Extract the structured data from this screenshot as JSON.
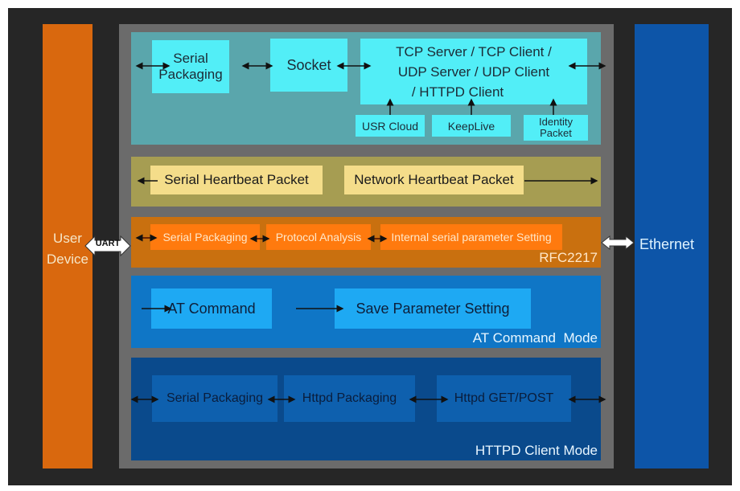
{
  "left_column": {
    "label_line1": "User",
    "label_line2": "Device",
    "color": "#d9680e"
  },
  "right_column": {
    "label": "Ethernet",
    "color": "#0d55a8"
  },
  "uart": {
    "label": "UART"
  },
  "network_mode": {
    "boxes": {
      "serial_packaging_l1": "Serial",
      "serial_packaging_l2": "Packaging",
      "socket": "Socket",
      "protocols_l1": "TCP Server / TCP Client /",
      "protocols_l2": "UDP Server / UDP Client",
      "protocols_l3": "/ HTTPD Client"
    },
    "features": {
      "usr_cloud": "USR Cloud",
      "keeplive": "KeepLive",
      "identity_l1": "Identity",
      "identity_l2": "Packet"
    }
  },
  "heartbeat": {
    "serial": "Serial Heartbeat Packet",
    "network": "Network Heartbeat Packet"
  },
  "rfc2217": {
    "serial_packaging": "Serial Packaging",
    "protocol_analysis": "Protocol Analysis",
    "internal_setting": "Internal serial parameter Setting",
    "mode_label": "RFC2217"
  },
  "at_mode": {
    "at_command": "AT Command",
    "save_setting": "Save Parameter Setting",
    "mode_label": "AT Command  Mode"
  },
  "httpd_mode": {
    "serial_packaging": "Serial Packaging",
    "httpd_packaging": "Httpd Packaging",
    "httpd_get_post": "Httpd GET/POST",
    "mode_label": "HTTPD Client Mode"
  }
}
